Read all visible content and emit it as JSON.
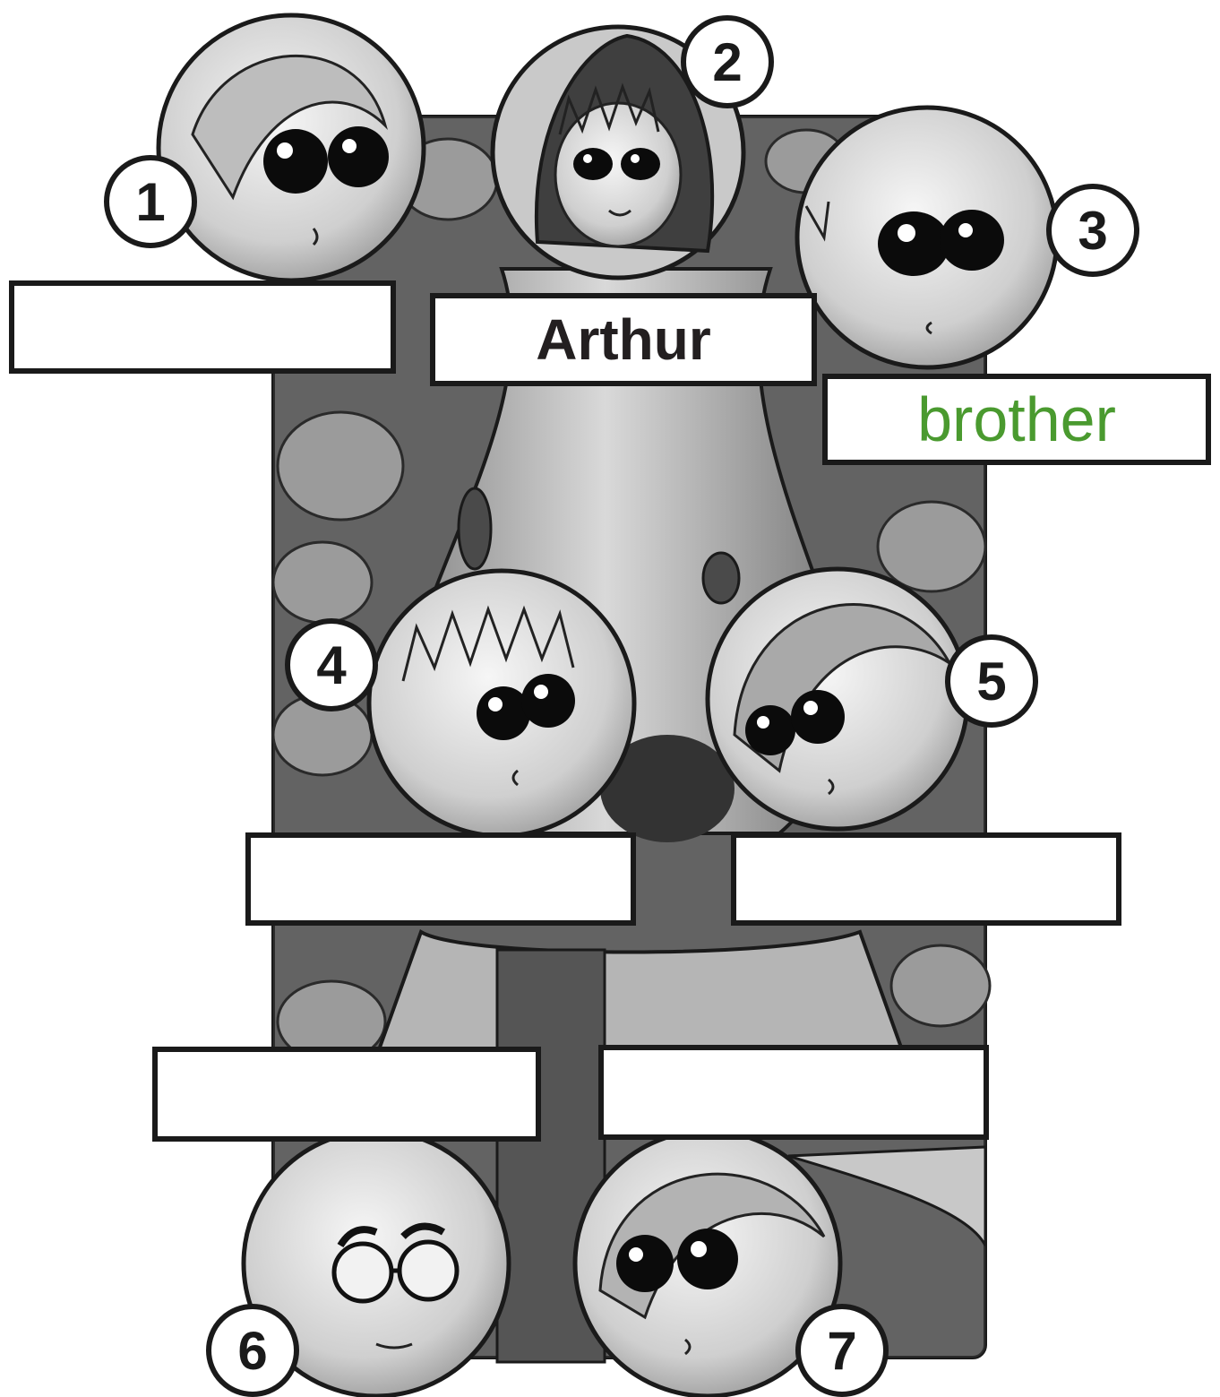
{
  "badges": [
    "1",
    "2",
    "3",
    "4",
    "5",
    "6",
    "7"
  ],
  "labels": {
    "box1": "",
    "box2": "Arthur",
    "box3": "brother",
    "box4": "",
    "box5": "",
    "box6": "",
    "box7": ""
  },
  "colors": {
    "answer_text": "#4a9a2f",
    "label_text": "#231f20",
    "outline": "#1a1a1a"
  }
}
